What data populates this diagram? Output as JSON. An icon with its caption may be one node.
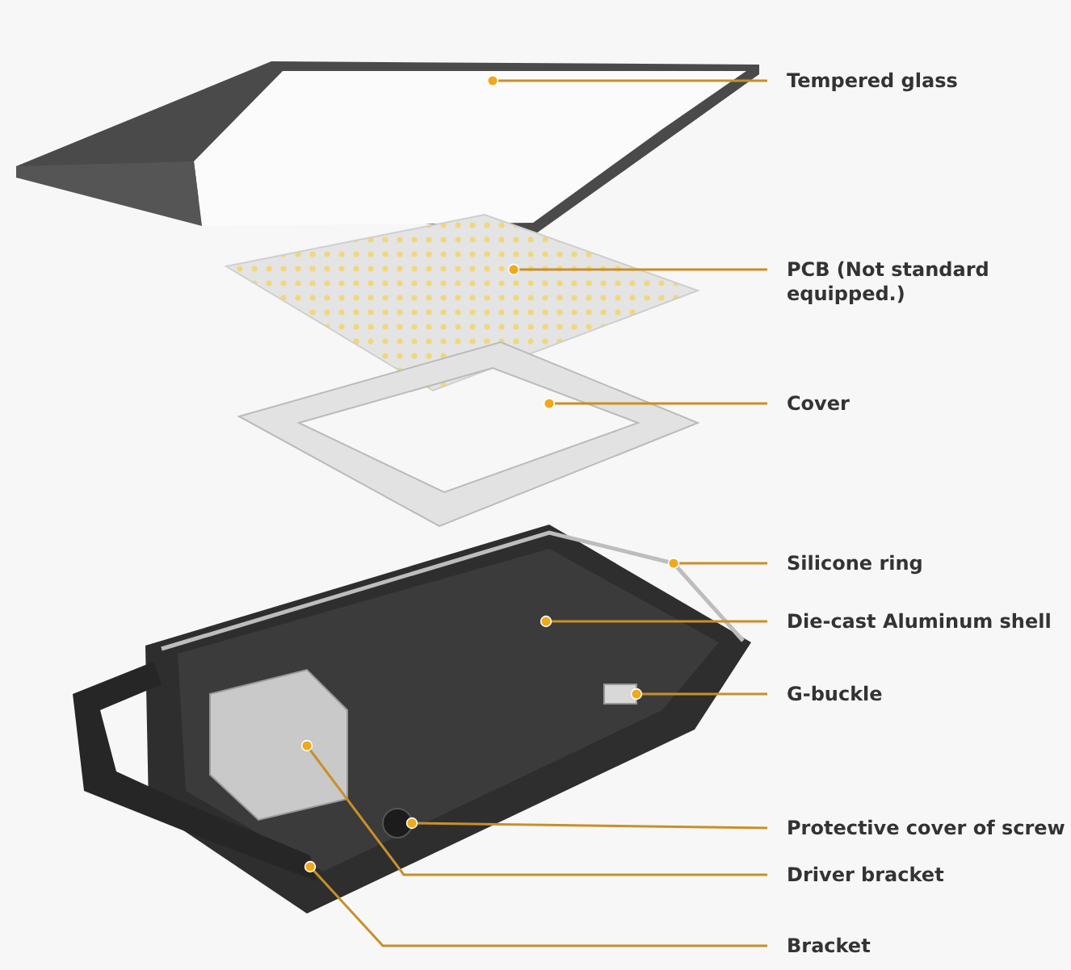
{
  "diagram": {
    "nodes": [
      {
        "text": [
          "Tempered glass"
        ]
      },
      {
        "text": [
          "PCB (Not standard equipped.)"
        ]
      },
      {
        "text": [
          "Cover"
        ]
      },
      {
        "text": [
          "Silicone ring"
        ]
      },
      {
        "text": [
          "Die-cast  Aluminum shell"
        ]
      },
      {
        "text": [
          "G-buckle"
        ]
      },
      {
        "text": [
          "Protective cover of screw"
        ]
      },
      {
        "text": [
          "Driver bracket"
        ]
      },
      {
        "text": [
          "Bracket"
        ]
      },
      {
        "text": [],
        "shape": "picture"
      },
      {
        "text": [],
        "shape": "picture"
      },
      {
        "text": [],
        "shape": "picture"
      },
      {
        "text": [],
        "shape": "picture",
        "in": 13
      },
      {
        "text": [],
        "shape": "picture"
      },
      {
        "text": [],
        "shape": "box",
        "in": 13
      },
      {
        "text": [],
        "shape": "circle",
        "in": 13
      },
      {
        "text": [],
        "shape": "picture",
        "in": 13
      },
      {
        "text": [],
        "shape": "picture"
      }
    ],
    "edges": [
      {
        "from": 0,
        "to": 9,
        "arrow": "other"
      },
      {
        "from": 1,
        "to": 10,
        "arrow": "other"
      },
      {
        "from": 2,
        "to": 11,
        "arrow": "other"
      },
      {
        "from": 3,
        "to": 12,
        "arrow": "other"
      },
      {
        "from": 4,
        "to": 13,
        "arrow": "other"
      },
      {
        "from": 5,
        "to": 14,
        "arrow": "other"
      },
      {
        "from": 6,
        "to": 15,
        "arrow": "other"
      },
      {
        "from": 7,
        "to": 16,
        "arrow": "other"
      },
      {
        "from": 8,
        "to": 17,
        "arrow": "other"
      }
    ]
  }
}
